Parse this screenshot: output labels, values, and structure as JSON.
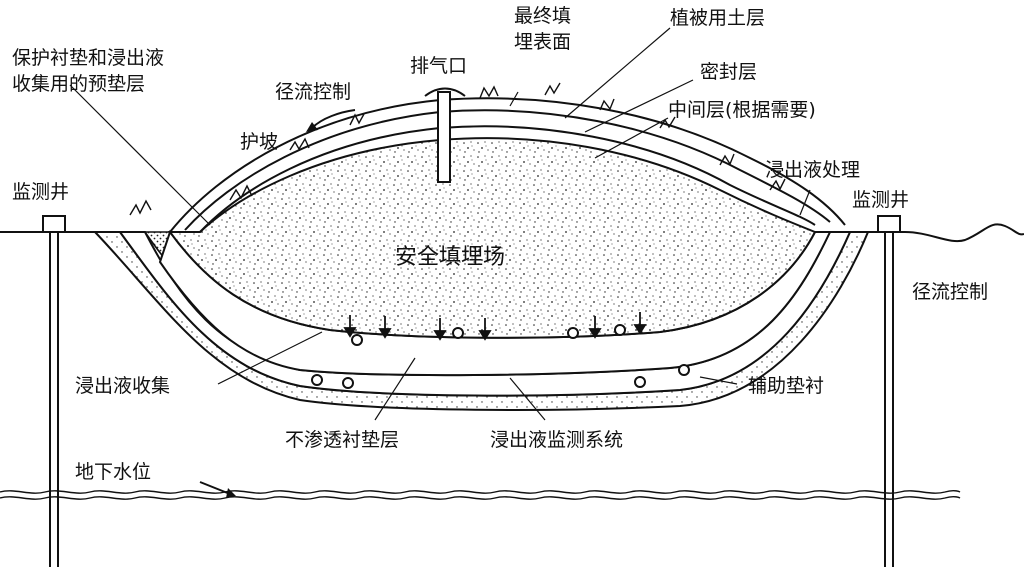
{
  "labels": {
    "final_cover_surface": [
      "最终填",
      "埋表面"
    ],
    "vegetation_soil": "植被用土层",
    "liner_protection": [
      "保护衬垫和浸出液",
      "收集用的预垫层"
    ],
    "vent": "排气口",
    "seal_layer": "密封层",
    "runoff_control_top": "径流控制",
    "intermediate_layer": "中间层(根据需要)",
    "slope_protection": "护坡",
    "monitoring_well_left": "监测井",
    "leachate_treatment": "浸出液处理",
    "monitoring_well_right": "监测井",
    "secure_landfill": "安全填埋场",
    "runoff_control_right": "径流控制",
    "leachate_collection": "浸出液收集",
    "auxiliary_liner": "辅助垫衬",
    "impermeable_liner": "不渗透衬垫层",
    "leachate_monitoring": "浸出液监测系统",
    "groundwater_level": "地下水位"
  }
}
